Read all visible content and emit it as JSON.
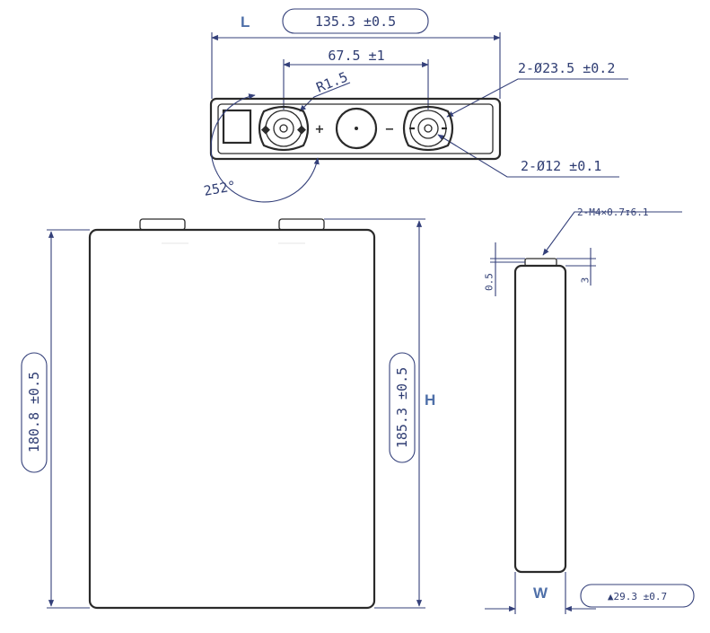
{
  "labels": {
    "length_letter": "L",
    "height_letter": "H",
    "width_letter": "W",
    "plus_sign": "+",
    "minus_sign": "−"
  },
  "dimensions": {
    "length": "135.3 ±0.5",
    "terminal_pitch": "67.5 ±1",
    "corner_radius": "R1.5",
    "terminal_diameter": "2-Ø23.5 ±0.2",
    "inner_diameter": "2-Ø12 ±0.1",
    "angle": "252°",
    "thread": "2-M4×0.7↧6.1",
    "terminal_offset": "0.5",
    "terminal_height": "3",
    "body_height": "180.8 ±0.5",
    "total_height": "185.3 ±0.5",
    "width": "▲29.3 ±0.7"
  },
  "colors": {
    "dimension": "#2f3d73",
    "outline": "#2a2a2a",
    "letter": "#4e6fa8"
  }
}
